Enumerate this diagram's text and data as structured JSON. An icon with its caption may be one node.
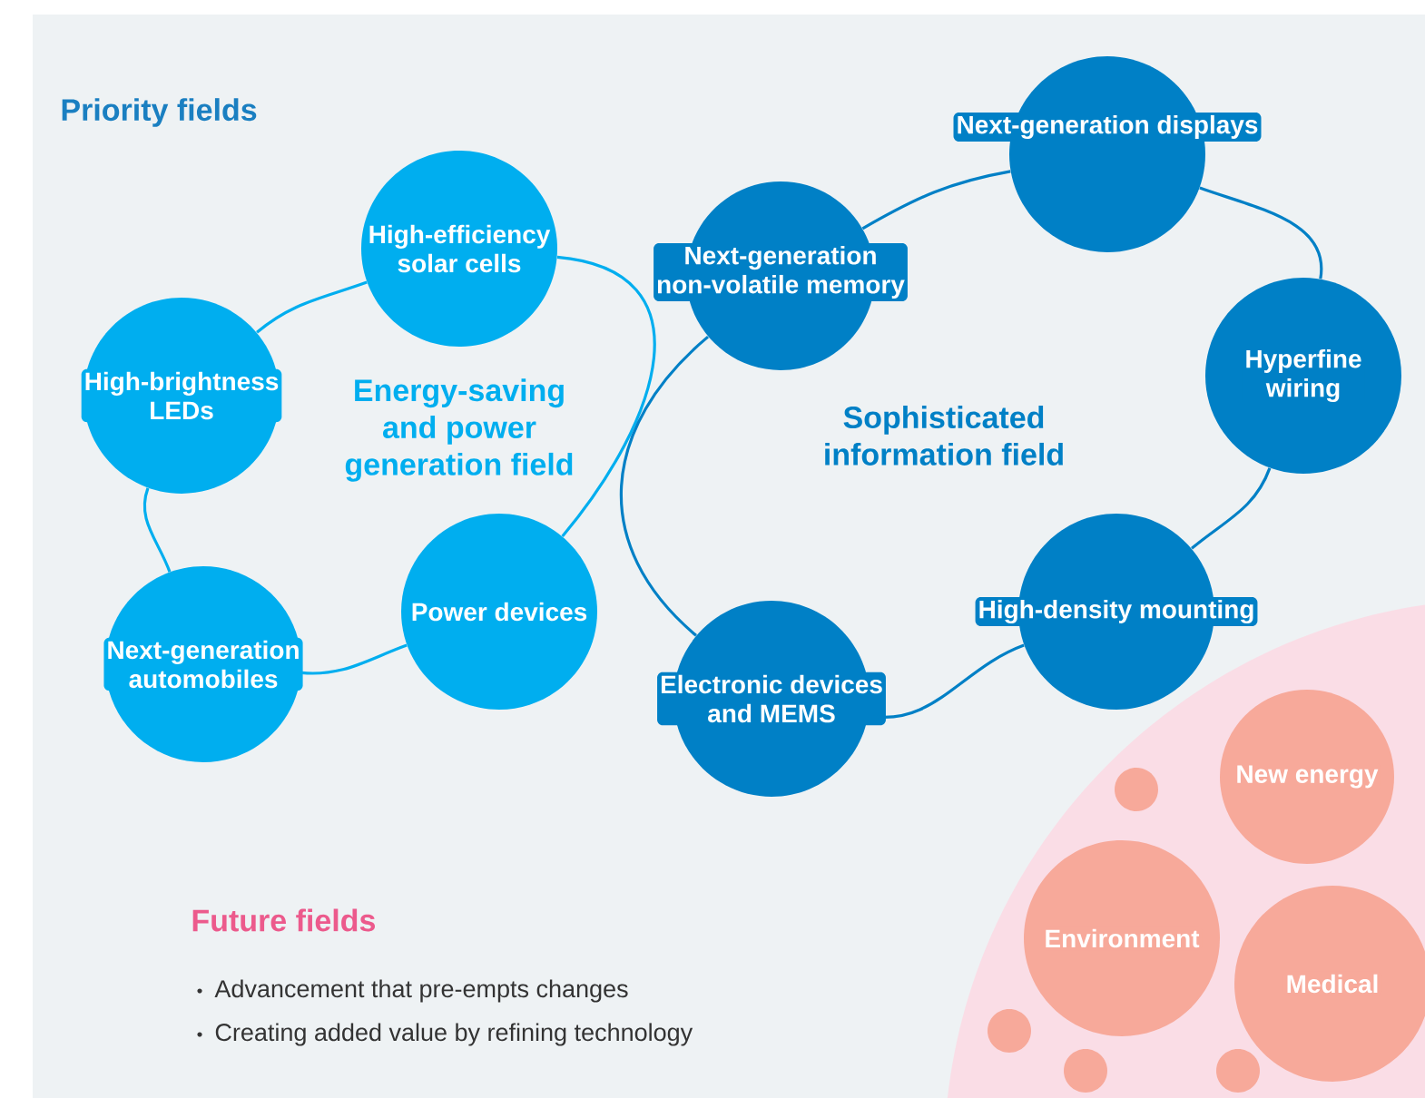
{
  "diagram": {
    "nodes": [
      {
        "text": [
          "High-efficiency solar cells"
        ]
      },
      {
        "text": [
          "Next-generation non-volatile memory"
        ]
      },
      {
        "text": [
          "Next-generation displays"
        ]
      },
      {
        "text": [
          "High-brightness LEDs"
        ]
      },
      {
        "text": [
          "Hyperfine wiring"
        ]
      },
      {
        "text": [
          "Power devices"
        ]
      },
      {
        "text": [
          "High-density mounting"
        ]
      },
      {
        "text": [
          "Next-generation automobiles"
        ]
      },
      {
        "text": [
          "Electronic devices and MEMS"
        ]
      },
      {
        "text": [],
        "shape": "circle"
      },
      {
        "text": [
          "New energy"
        ],
        "in": 9
      },
      {
        "text": [],
        "shape": "circle",
        "in": 9
      },
      {
        "text": [
          "Environment"
        ],
        "in": 9
      },
      {
        "text": [
          "Medical"
        ],
        "in": 9
      },
      {
        "text": [],
        "shape": "circle",
        "in": 9
      },
      {
        "text": [],
        "shape": "circle",
        "in": 9
      },
      {
        "text": [],
        "shape": "circle",
        "in": 9
      }
    ],
    "edges": [
      {
        "from": 3,
        "to": 0,
        "arrow": "none",
        "color": "#00aeef"
      },
      {
        "from": 0,
        "to": 5,
        "arrow": "none",
        "color": "#00aeef"
      },
      {
        "from": 5,
        "to": 7,
        "arrow": "none",
        "color": "#00aeef"
      },
      {
        "from": 7,
        "to": 3,
        "arrow": "none",
        "color": "#00aeef"
      },
      {
        "from": 1,
        "to": 2,
        "arrow": "none"
      },
      {
        "from": 2,
        "to": 4,
        "arrow": "none"
      },
      {
        "from": 4,
        "to": 6,
        "arrow": "none"
      },
      {
        "from": 6,
        "to": 8,
        "arrow": "none"
      },
      {
        "from": 8,
        "to": 1,
        "arrow": "none"
      }
    ],
    "labels": [
      "Priority fields",
      "Energy-saving and power generation field",
      "Sophisticated information field",
      "Future fields",
      "Advancement that pre-empts changes",
      "Creating added value by refining technology"
    ]
  }
}
